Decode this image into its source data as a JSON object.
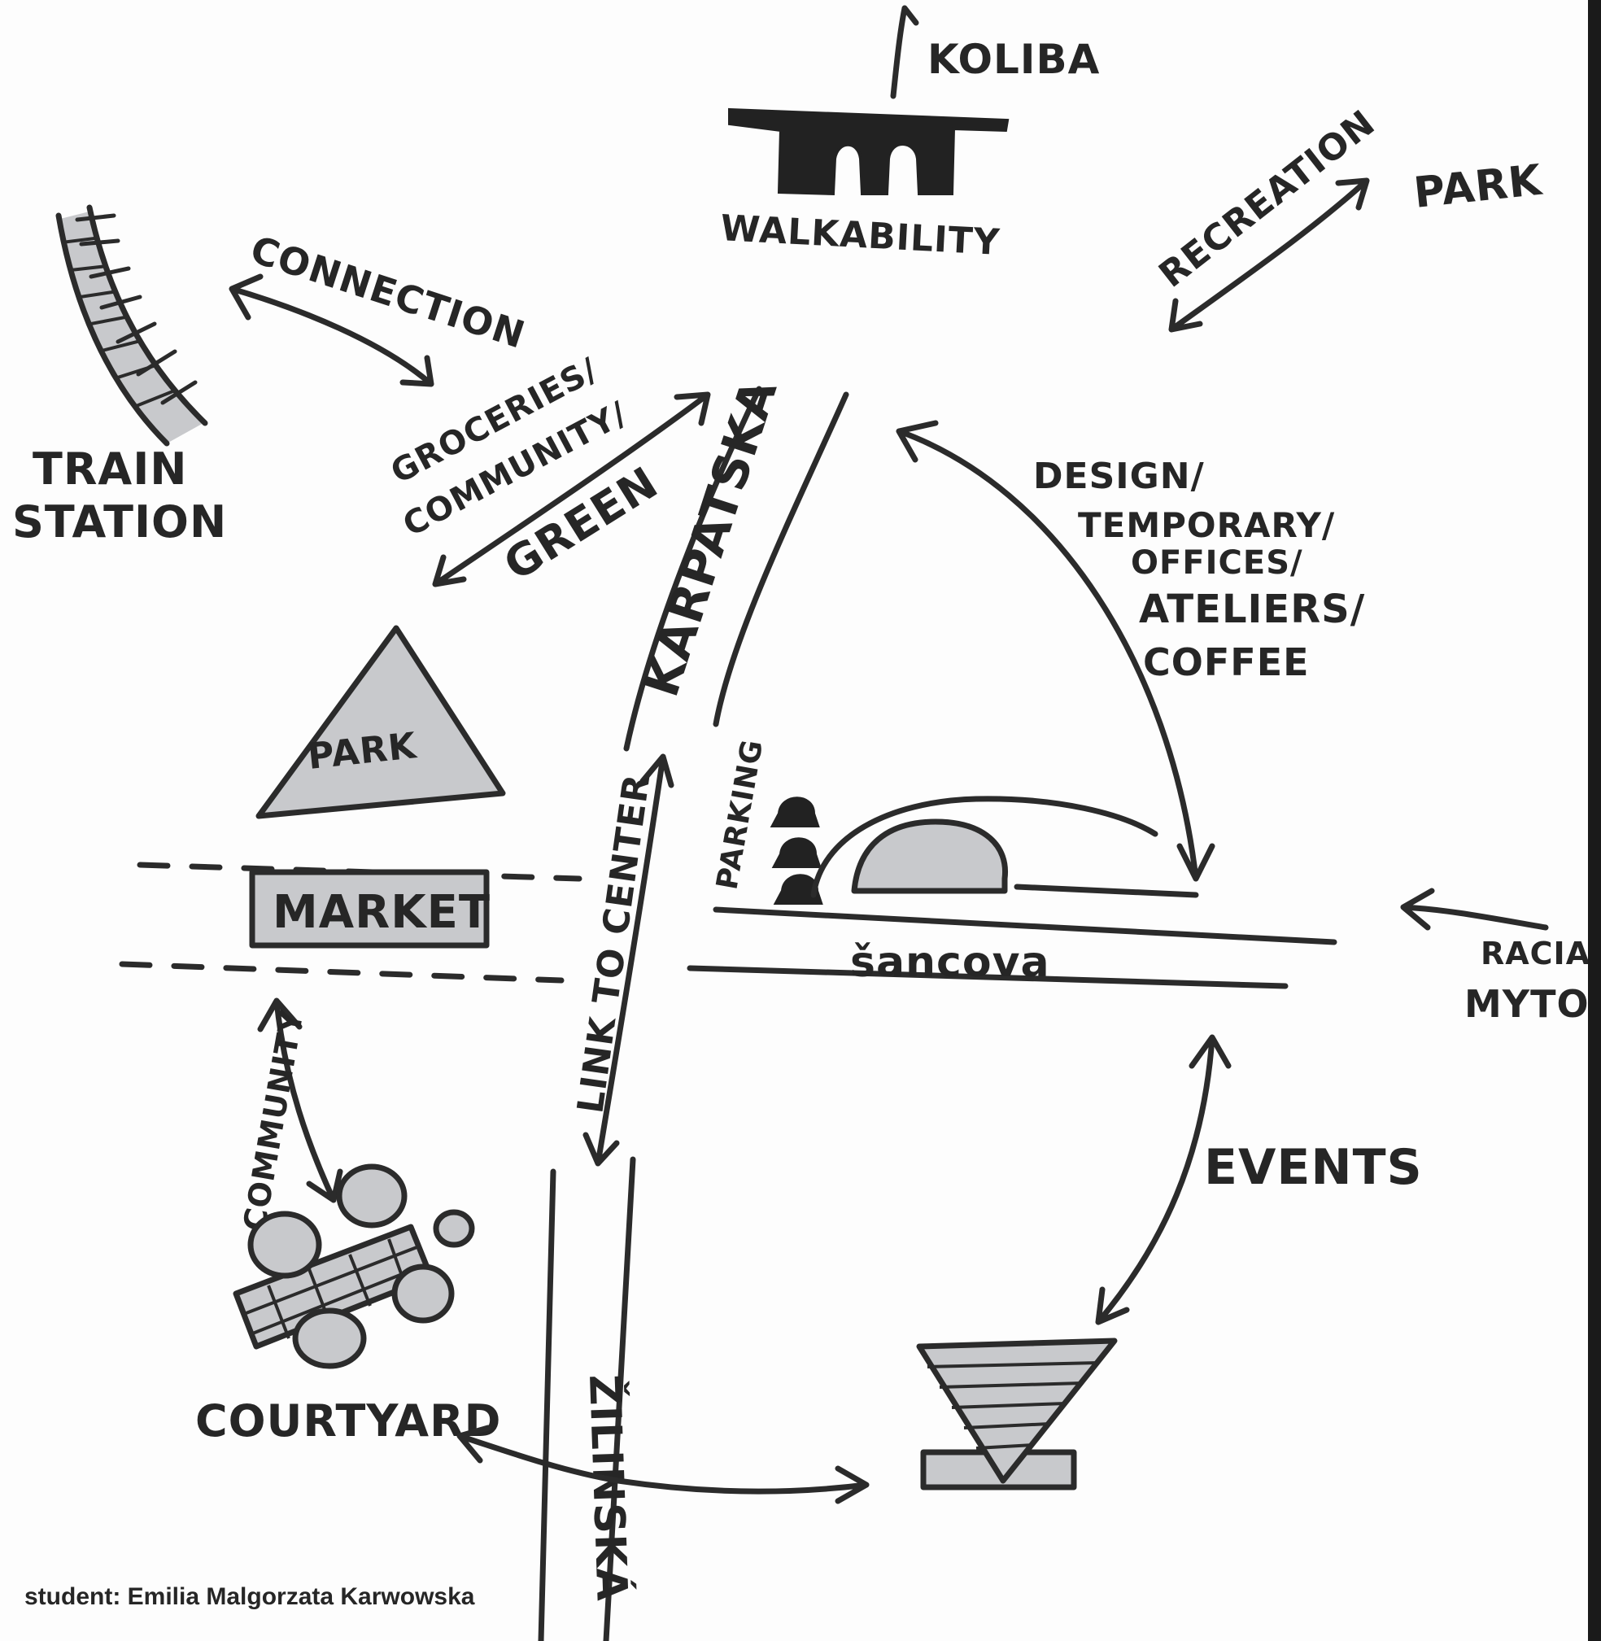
{
  "labels": {
    "koliba": "KOLIBA",
    "walkability": "WALKABILITY",
    "recreation": "RECREATION",
    "park_top": "PARK",
    "connection": "CONNECTION",
    "train": "TRAIN",
    "station": "STATION",
    "groceries": "GROCERIES/",
    "community_top": "COMMUNITY/",
    "green": "GREEN",
    "karpatska": "KARPATSKA",
    "design": "DESIGN/",
    "temporary": "TEMPORARY/",
    "offices": "OFFICES/",
    "ateliers": "ATELIERS/",
    "coffee": "COFFEE",
    "park_center": "PARK",
    "parking": "PARKING",
    "market": "MARKET",
    "link_to_center": "LINK TO CENTER",
    "sancova": "šancova",
    "racianske": "RACIANSKE",
    "myto": "MYTO",
    "community_side": "COMMUNITY",
    "events": "EVENTS",
    "courtyard": "COURTYARD",
    "zilinska": "ŽILINSKÁ"
  },
  "credit": "student: Emilia Malgorzata Karwowska",
  "colors": {
    "ink": "#2b2b2b",
    "fill": "#c8c9cc",
    "paper": "#fdfdfd"
  }
}
